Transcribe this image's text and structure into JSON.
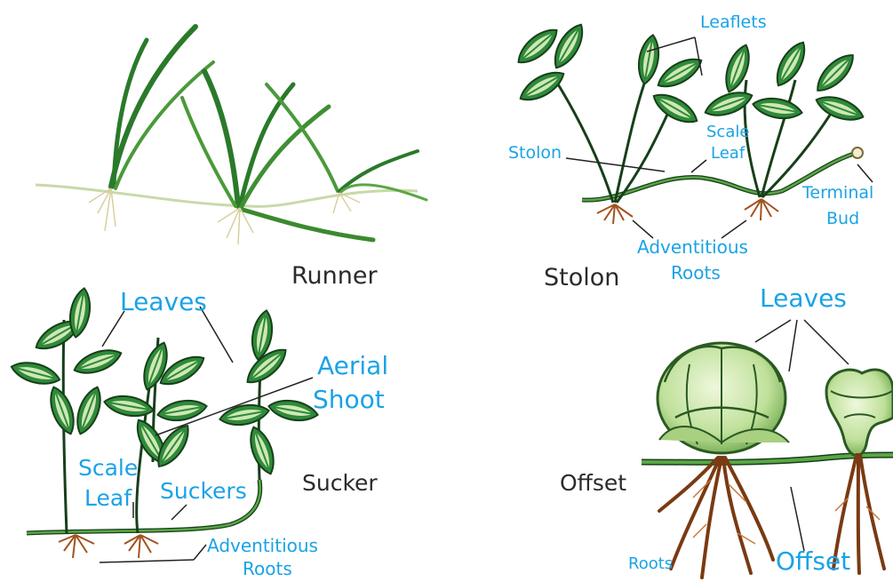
{
  "colors": {
    "label_blue": "#1aa3e6",
    "caption_dark": "#2b2b2b",
    "leaf_green": "#2f8a3a",
    "leaf_light": "#cfe8b5",
    "root_brown": "#a3521f"
  },
  "panels": {
    "runner": {
      "caption": "Runner"
    },
    "stolon": {
      "caption": "Stolon",
      "labels": {
        "leaflets": "Leaflets",
        "stolon": "Stolon",
        "scale": "Scale",
        "leaf": "Leaf",
        "terminal": "Terminal",
        "bud": "Bud",
        "adventitious": "Adventitious",
        "roots": "Roots"
      }
    },
    "sucker": {
      "caption": "Sucker",
      "labels": {
        "leaves": "Leaves",
        "aerial": "Aerial",
        "shoot": "Shoot",
        "scale": "Scale",
        "leaf": "Leaf",
        "suckers": "Suckers",
        "adventitious": "Adventitious",
        "roots": "Roots"
      }
    },
    "offset": {
      "caption": "Offset",
      "labels": {
        "leaves": "Leaves",
        "roots": "Roots",
        "offset": "Offset"
      }
    }
  }
}
